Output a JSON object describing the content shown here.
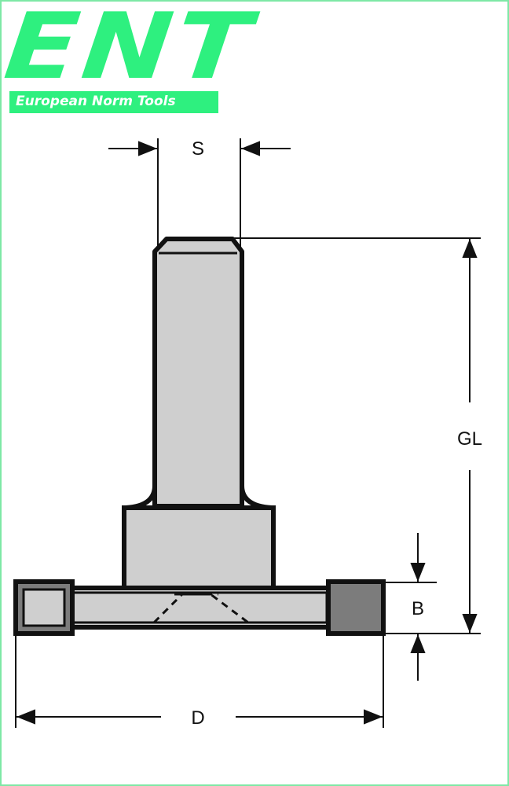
{
  "logo": {
    "mark": "ENT",
    "tagline": "European Norm Tools"
  },
  "dimensions": {
    "shank_diameter": "S",
    "overall_length": "GL",
    "cutting_width": "B",
    "cutting_diameter": "D"
  },
  "colors": {
    "brand_green": "#2ef07f",
    "frame_green": "#7ee8a6",
    "body_fill": "#cfcfcf",
    "tip_fill": "#7c7c7c",
    "outline": "#111111"
  }
}
